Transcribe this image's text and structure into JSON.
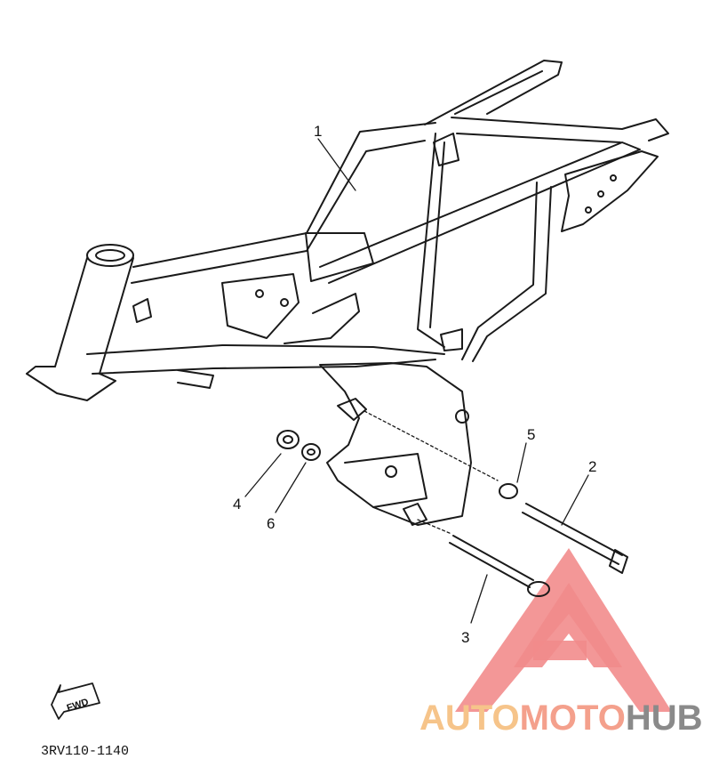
{
  "diagram": {
    "callouts": [
      {
        "label": "1"
      },
      {
        "label": "2"
      },
      {
        "label": "3"
      },
      {
        "label": "4"
      },
      {
        "label": "5"
      },
      {
        "label": "6"
      }
    ],
    "fwd_arrow_label": "FWD",
    "diagram_code": "3RV110-1140"
  },
  "watermark": {
    "auto": "AUTO",
    "moto": "MOTO",
    "hub": "HUB",
    "colors": {
      "auto": "#f6c48a",
      "moto": "#f4a08c",
      "hub": "#8a8a8a",
      "logo": "#f07878"
    }
  }
}
